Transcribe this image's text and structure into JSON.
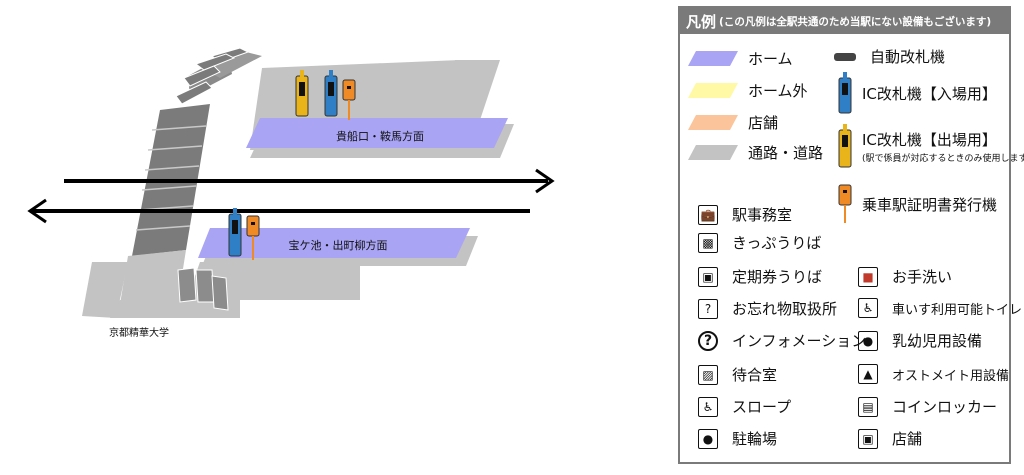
{
  "diagram": {
    "upper_platform_label": "貴船口・鞍馬方面",
    "lower_platform_label": "宝ケ池・出町柳方面",
    "exit_label": "京都精華大学"
  },
  "legend": {
    "title": "凡例",
    "note": "(この凡例は全駅共通のため当駅にない設備もございます)",
    "colors": [
      {
        "label": "ホーム",
        "color": "#a9a4f4"
      },
      {
        "label": "ホーム外",
        "color": "#fff9a6"
      },
      {
        "label": "店舗",
        "color": "#fbc49a"
      },
      {
        "label": "通路・道路",
        "color": "#c3c3c3"
      }
    ],
    "gates": [
      {
        "label": "自動改札機",
        "icon": "auto-gate-icon"
      },
      {
        "label": "IC改札機【入場用】",
        "icon": "ic-entry-gate-icon",
        "color": "#2f7fc7"
      },
      {
        "label": "IC改札機【出場用】",
        "sub": "(駅で係員が対応するときのみ使用します)",
        "icon": "ic-exit-gate-icon",
        "color": "#e9b31a"
      },
      {
        "label": "乗車駅証明書発行機",
        "icon": "ticket-certificate-machine-icon",
        "color": "#f08a24"
      }
    ],
    "facilities_left": [
      {
        "label": "駅事務室",
        "icon": "station-office-icon"
      },
      {
        "label": "きっぷうりば",
        "icon": "ticket-office-icon"
      },
      {
        "label": "定期券うりば",
        "icon": "commuter-pass-office-icon"
      },
      {
        "label": "お忘れ物取扱所",
        "icon": "lost-and-found-icon"
      },
      {
        "label": "インフォメーション",
        "icon": "information-icon"
      },
      {
        "label": "待合室",
        "icon": "waiting-room-icon"
      },
      {
        "label": "スロープ",
        "icon": "slope-icon"
      },
      {
        "label": "駐輪場",
        "icon": "bicycle-parking-icon"
      }
    ],
    "facilities_right": [
      {
        "label": "お手洗い",
        "icon": "restroom-icon"
      },
      {
        "label": "車いす利用可能トイレ",
        "icon": "wheelchair-toilet-icon"
      },
      {
        "label": "乳幼児用設備",
        "icon": "baby-facility-icon"
      },
      {
        "label": "オストメイト用設備",
        "icon": "ostomate-icon"
      },
      {
        "label": "コインロッカー",
        "icon": "coin-locker-icon"
      },
      {
        "label": "店舗",
        "icon": "shop-icon"
      }
    ]
  }
}
